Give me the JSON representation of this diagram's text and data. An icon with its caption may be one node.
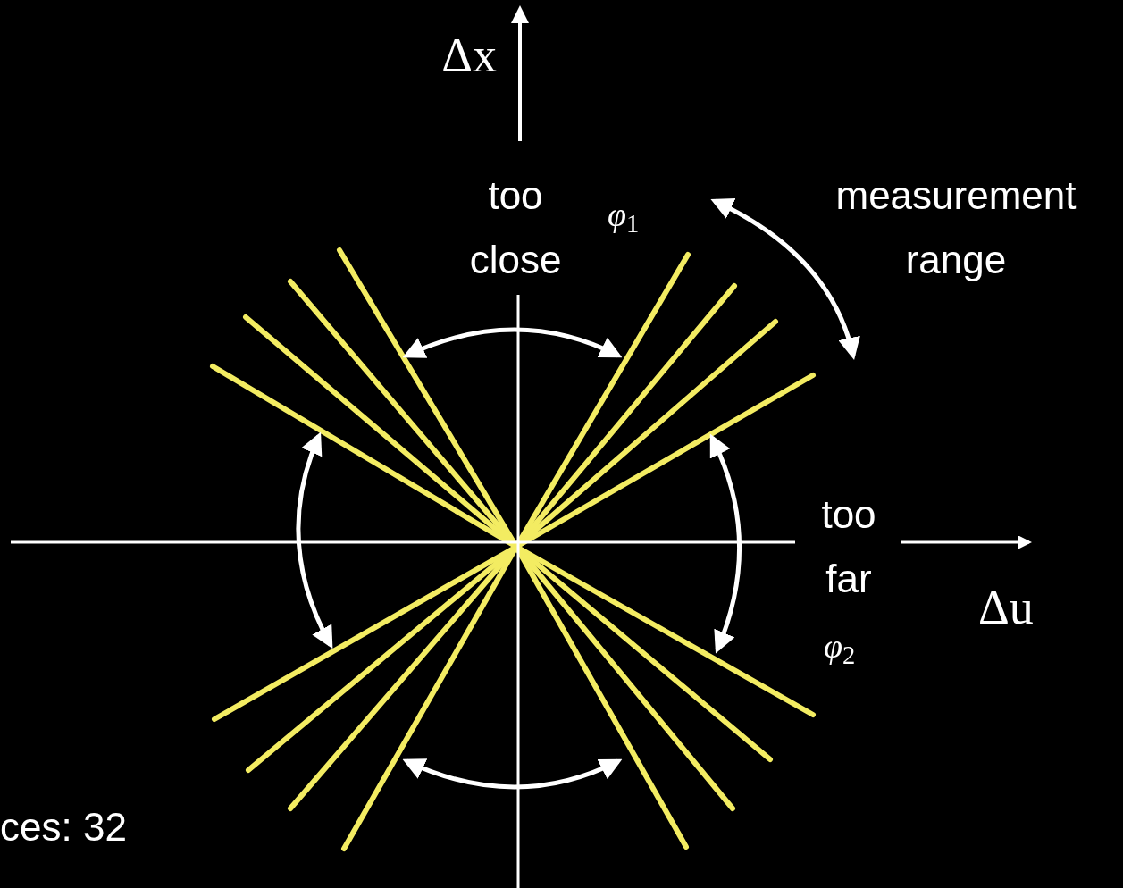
{
  "diagram": {
    "labels": [
      "Δx",
      "too close",
      "*φ*$_{1}$",
      "measurement range",
      "too far",
      "Δu",
      "*φ*$_{2}$",
      "ces: 32"
    ]
  }
}
